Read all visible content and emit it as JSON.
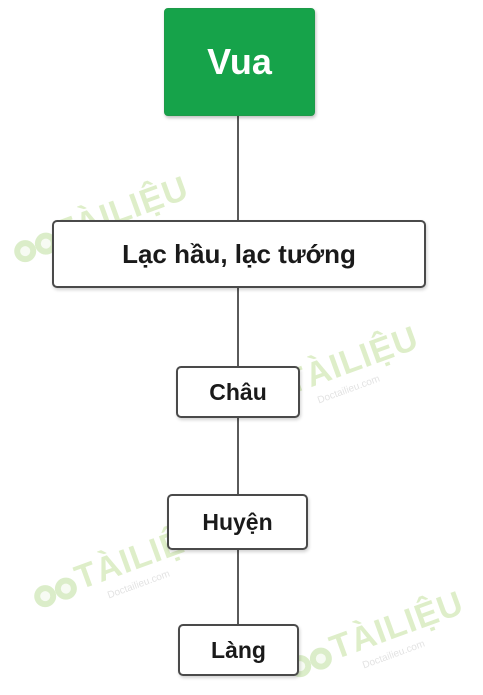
{
  "diagram": {
    "root": {
      "label": "Vua",
      "color": "#16a34a"
    },
    "levels": [
      {
        "label": "Lạc hầu, lạc tướng"
      },
      {
        "label": "Châu"
      },
      {
        "label": "Huyện"
      },
      {
        "label": "Làng"
      }
    ],
    "border_color": "#4a4a4a",
    "connector_color": "#5a5a5a"
  },
  "watermark": {
    "brand": "TÀILIỆU",
    "site": "Doctailieu.com",
    "color": "#8cc63f"
  }
}
